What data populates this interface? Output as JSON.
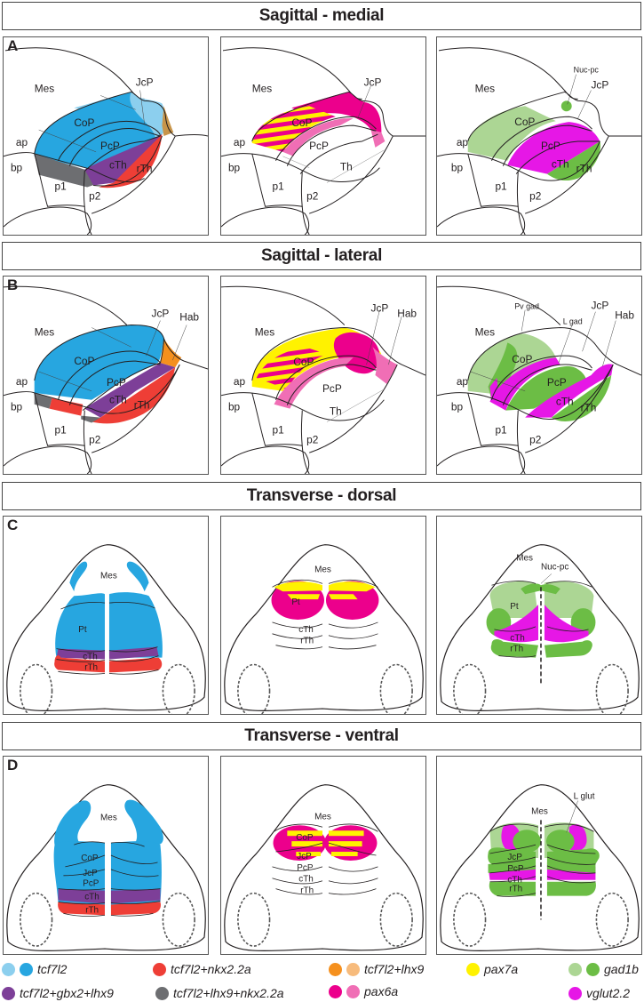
{
  "sections": [
    {
      "title": "Sagittal - medial",
      "panel_letter": "A"
    },
    {
      "title": "Sagittal - lateral",
      "panel_letter": "B"
    },
    {
      "title": "Transverse - dorsal",
      "panel_letter": "C"
    },
    {
      "title": "Transverse - ventral",
      "panel_letter": "D"
    }
  ],
  "labels": {
    "Mes": "Mes",
    "JcP": "JcP",
    "CoP": "CoP",
    "PcP": "PcP",
    "cTh": "cTh",
    "rTh": "rTh",
    "ap": "ap",
    "bp": "bp",
    "p1": "p1",
    "p2": "p2",
    "Th": "Th",
    "Hab": "Hab",
    "Pt": "Pt",
    "NucPc": "Nuc-pc",
    "PvGad": "Pv gad",
    "LGad": "L gad",
    "LGlut": "L glut"
  },
  "colors": {
    "tcf7l2_light": "#8ccfee",
    "tcf7l2": "#27a6e0",
    "tcf7l2_nkx": "#ee3e36",
    "tcf7l2_lhx9": "#f5901e",
    "tcf7l2_lhx9_light": "#f7bb7c",
    "pax7a": "#fff200",
    "gad1b_light": "#acd694",
    "gad1b": "#6cbd45",
    "tcf7l2_gbx2_lhx9": "#7d3f98",
    "tcf7l2_lhx9_nkx": "#6d6e71",
    "pax6a": "#ec008c",
    "pax6a_light": "#f06eb5",
    "vglut": "#e617e6"
  },
  "legend": [
    {
      "label": "tcf7l2",
      "swatches": [
        "#8ccfee",
        "#27a6e0"
      ]
    },
    {
      "label": "tcf7l2+nkx2.2a",
      "swatches": [
        "#ee3e36"
      ]
    },
    {
      "label": "tcf7l2+lhx9",
      "swatches": [
        "#f5901e",
        "#f7bb7c"
      ]
    },
    {
      "label": "pax7a",
      "swatches": [
        "#fff200"
      ]
    },
    {
      "label": "gad1b",
      "swatches": [
        "#acd694",
        "#6cbd45"
      ]
    },
    {
      "label": "tcf7l2+gbx2+lhx9",
      "swatches": [
        "#7d3f98"
      ]
    },
    {
      "label": "tcf7l2+lhx9+nkx2.2a",
      "swatches": [
        "#6d6e71"
      ]
    },
    {
      "label": "pax6a",
      "swatches": [
        "#ec008c",
        "#f06eb5"
      ]
    },
    {
      "label": "vglut2.2",
      "swatches": [
        "#e617e6"
      ]
    }
  ]
}
